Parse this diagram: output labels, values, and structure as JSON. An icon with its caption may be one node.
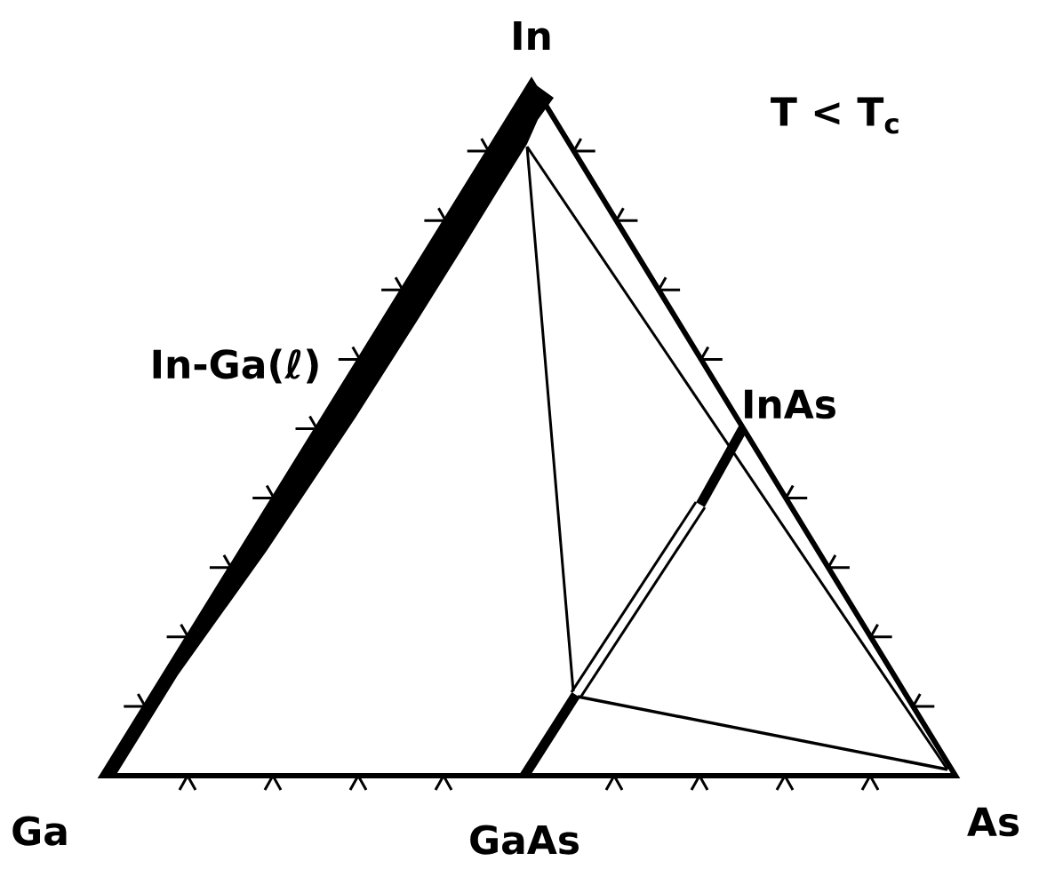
{
  "diagram": {
    "labels": [
      "In",
      "T < T$_{c}$",
      "In-Ga(ℓ)",
      "InAs",
      "Ga",
      "GaAs",
      "As"
    ]
  }
}
